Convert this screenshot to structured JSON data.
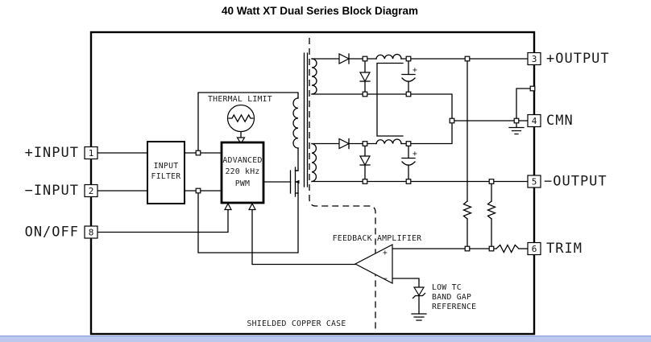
{
  "title": "40 Watt XT Dual Series Block Diagram",
  "pins": {
    "left": [
      {
        "num": "1",
        "label": "+INPUT"
      },
      {
        "num": "2",
        "label": "−INPUT"
      },
      {
        "num": "8",
        "label": "ON/OFF"
      }
    ],
    "right": [
      {
        "num": "3",
        "label": "+OUTPUT"
      },
      {
        "num": "4",
        "label": "CMN"
      },
      {
        "num": "5",
        "label": "−OUTPUT"
      },
      {
        "num": "6",
        "label": "TRIM"
      }
    ]
  },
  "blocks": {
    "input_filter": {
      "line1": "INPUT",
      "line2": "FILTER"
    },
    "pwm": {
      "line1": "ADVANCED",
      "line2": "220 kHz",
      "line3": "PWM"
    },
    "thermal_limit": "THERMAL LIMIT",
    "feedback_amplifier": "FEEDBACK AMPLIFIER",
    "reference": {
      "line1": "LOW TC",
      "line2": "BAND GAP",
      "line3": "REFERENCE"
    },
    "case_label": "SHIELDED COPPER CASE"
  },
  "symbols": {
    "cap_plus": "+",
    "amp_plus": "+",
    "amp_minus": "−"
  },
  "colors": {
    "line": "#000000",
    "background": "#ffffff",
    "text": "#1a1a1a",
    "footer_strip": "#bcc8ee",
    "footer_edge": "#8099d8"
  }
}
